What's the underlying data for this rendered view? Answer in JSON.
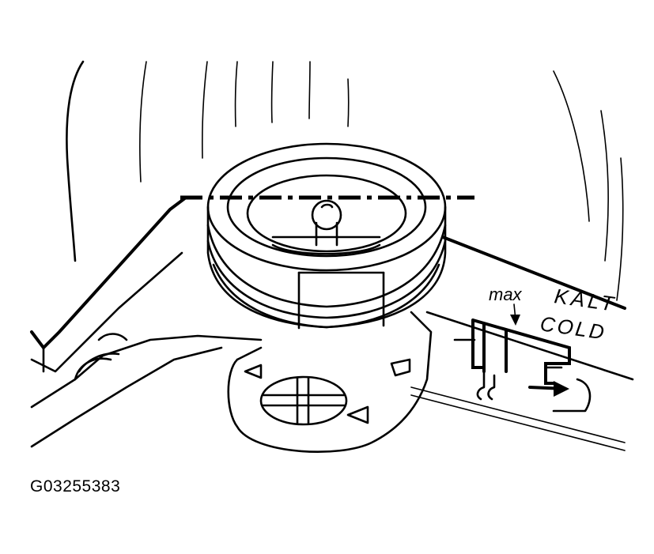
{
  "figure": {
    "id": "G03255383",
    "labels": {
      "max": "max",
      "kalt": "KALT",
      "cold": "COLD"
    }
  },
  "colors": {
    "ink": "#000000",
    "paper": "#ffffff"
  }
}
